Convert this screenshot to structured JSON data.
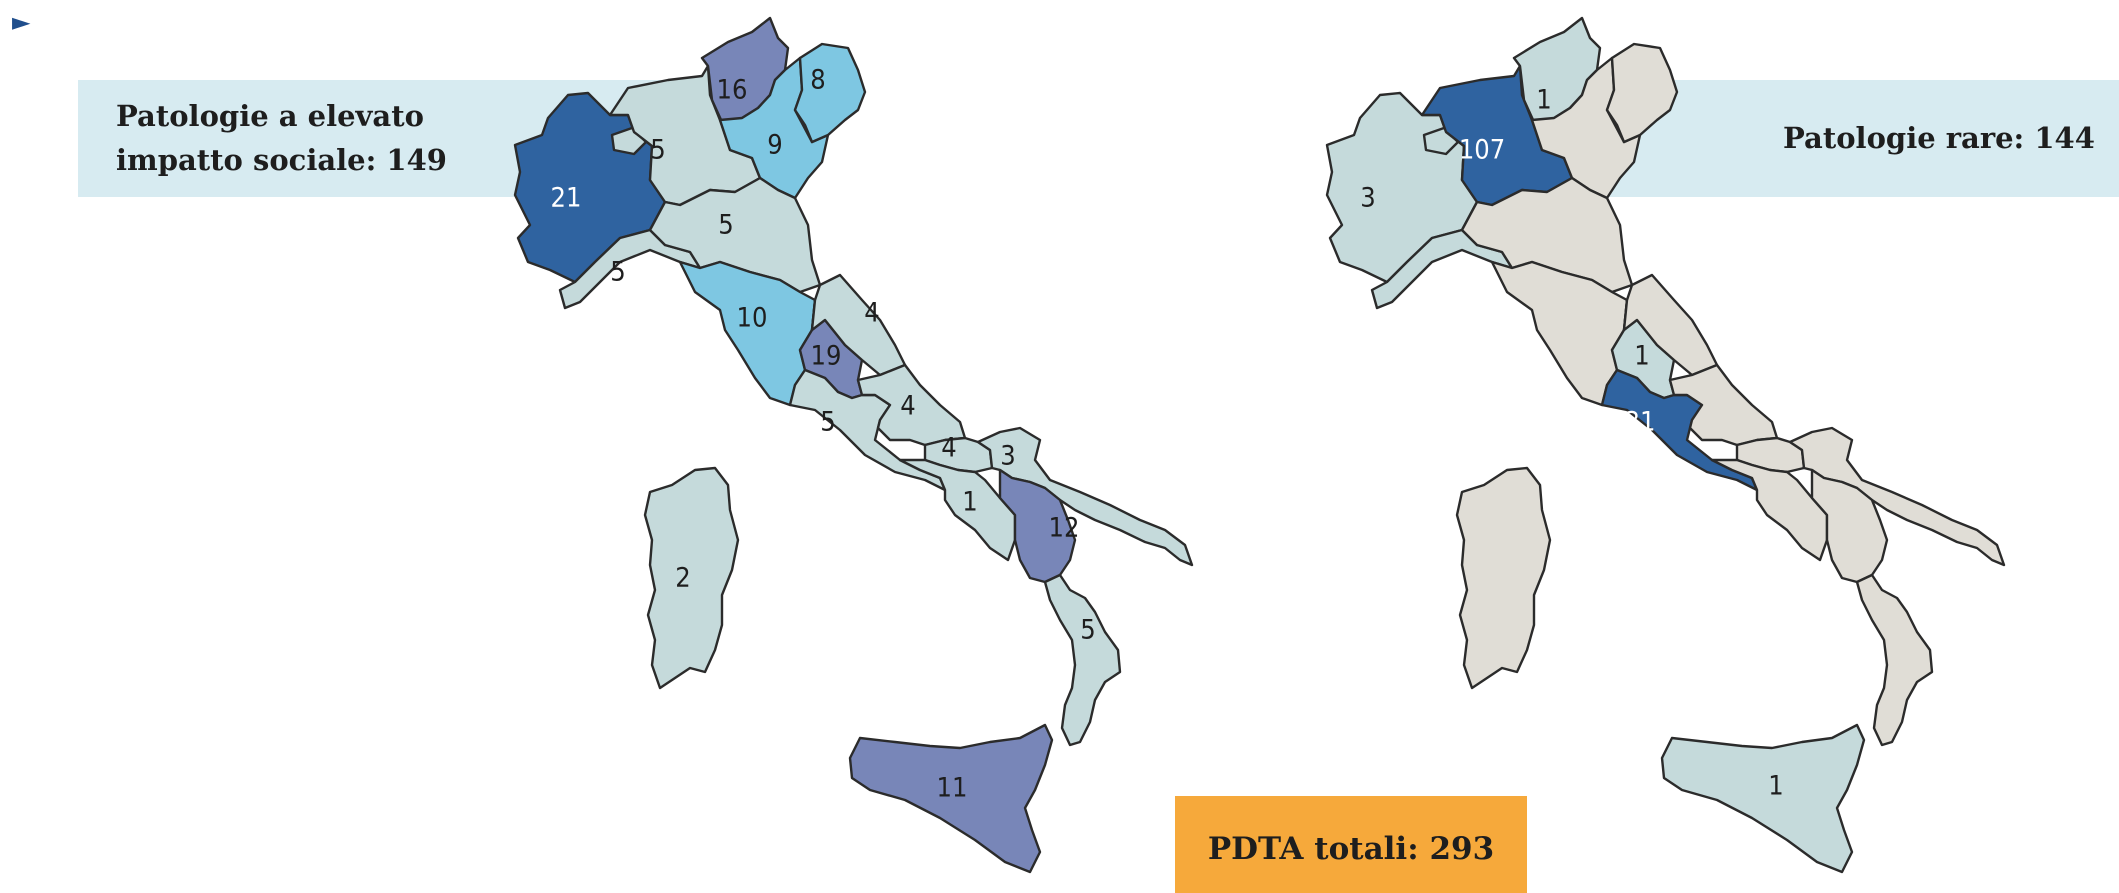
{
  "marker": "►",
  "colors": {
    "banner": "#d7ebf1",
    "total_box": "#f6a93b",
    "marker": "#1f4e8c",
    "level_1": "#c5dadb",
    "level_2": "#7ec7e2",
    "level_3": "#7886b8",
    "level_4": "#2f63a0",
    "zero": "#e0ddd6"
  },
  "left_map": {
    "title_line1": "Patologie a elevato",
    "title_line2": "impatto sociale: 149",
    "regions": [
      {
        "name": "Piemonte",
        "value": "21",
        "level": 4
      },
      {
        "name": "Valle d'Aosta",
        "value": "",
        "level": 1
      },
      {
        "name": "Lombardia",
        "value": "5",
        "level": 1
      },
      {
        "name": "Trentino-Alto Adige",
        "value": "16",
        "level": 3
      },
      {
        "name": "Veneto",
        "value": "9",
        "level": 2
      },
      {
        "name": "Friuli-Venezia Giulia",
        "value": "8",
        "level": 2
      },
      {
        "name": "Liguria",
        "value": "5",
        "level": 1
      },
      {
        "name": "Emilia-Romagna",
        "value": "5",
        "level": 1
      },
      {
        "name": "Toscana",
        "value": "10",
        "level": 2
      },
      {
        "name": "Umbria",
        "value": "19",
        "level": 3
      },
      {
        "name": "Marche",
        "value": "4",
        "level": 1
      },
      {
        "name": "Lazio",
        "value": "5",
        "level": 1
      },
      {
        "name": "Abruzzo",
        "value": "4",
        "level": 1
      },
      {
        "name": "Molise",
        "value": "4",
        "level": 1
      },
      {
        "name": "Campania",
        "value": "1",
        "level": 1
      },
      {
        "name": "Puglia",
        "value": "3",
        "level": 1
      },
      {
        "name": "Basilicata",
        "value": "12",
        "level": 3
      },
      {
        "name": "Calabria",
        "value": "5",
        "level": 1
      },
      {
        "name": "Sicilia",
        "value": "11",
        "level": 3
      },
      {
        "name": "Sardegna",
        "value": "2",
        "level": 1
      }
    ]
  },
  "right_map": {
    "title": "Patologie rare: 144",
    "regions": [
      {
        "name": "Piemonte",
        "value": "3",
        "level": 1
      },
      {
        "name": "Valle d'Aosta",
        "value": "",
        "level": 1
      },
      {
        "name": "Lombardia",
        "value": "107",
        "level": 4
      },
      {
        "name": "Trentino-Alto Adige",
        "value": "1",
        "level": 1
      },
      {
        "name": "Veneto",
        "value": "",
        "level": 0
      },
      {
        "name": "Friuli-Venezia Giulia",
        "value": "",
        "level": 0
      },
      {
        "name": "Liguria",
        "value": "",
        "level": 1
      },
      {
        "name": "Emilia-Romagna",
        "value": "",
        "level": 0
      },
      {
        "name": "Toscana",
        "value": "",
        "level": 0
      },
      {
        "name": "Umbria",
        "value": "1",
        "level": 1
      },
      {
        "name": "Marche",
        "value": "",
        "level": 0
      },
      {
        "name": "Lazio",
        "value": "31",
        "level": 4
      },
      {
        "name": "Abruzzo",
        "value": "",
        "level": 0
      },
      {
        "name": "Molise",
        "value": "",
        "level": 0
      },
      {
        "name": "Campania",
        "value": "",
        "level": 0
      },
      {
        "name": "Puglia",
        "value": "",
        "level": 0
      },
      {
        "name": "Basilicata",
        "value": "",
        "level": 0
      },
      {
        "name": "Calabria",
        "value": "",
        "level": 0
      },
      {
        "name": "Sicilia",
        "value": "1",
        "level": 1
      },
      {
        "name": "Sardegna",
        "value": "",
        "level": 0
      }
    ]
  },
  "total": "PDTA totali: 293"
}
